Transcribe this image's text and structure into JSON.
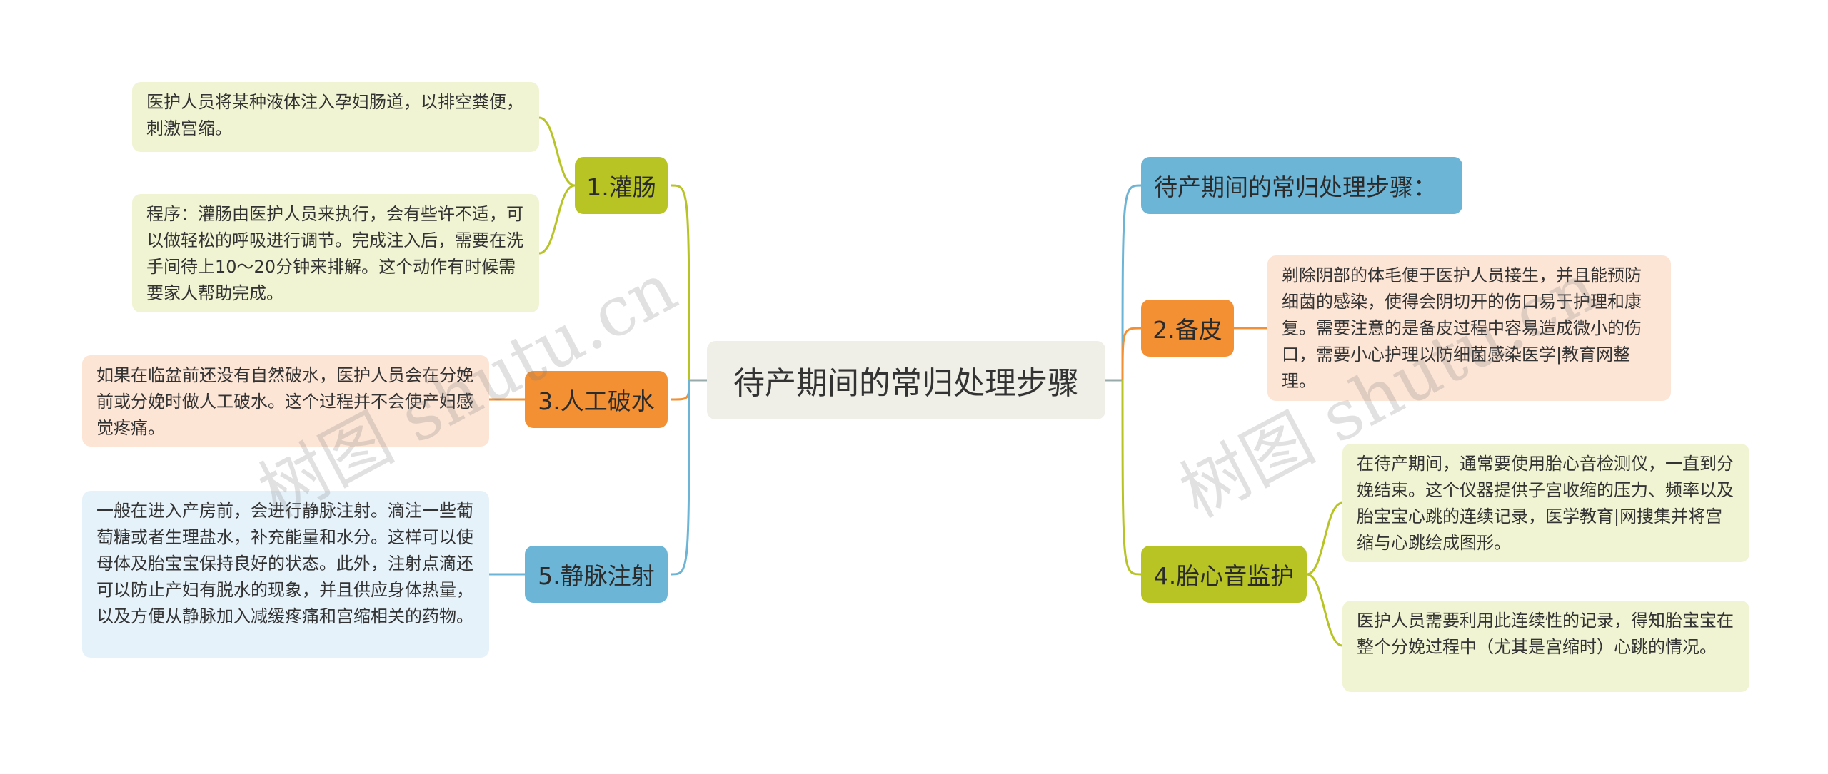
{
  "root": {
    "title": "待产期间的常归处理步骤"
  },
  "colors": {
    "olive": "#b7c424",
    "orange": "#f39033",
    "blue": "#6cb5d6",
    "root_bg": "#efefe8"
  },
  "left": {
    "b1": {
      "label": "1.灌肠",
      "leaves": [
        "医护人员将某种液体注入孕妇肠道，以排空粪便，刺激宫缩。",
        "程序：灌肠由医护人员来执行，会有些许不适，可以做轻松的呼吸进行调节。完成注入后，需要在洗手间待上10～20分钟来排解。这个动作有时候需要家人帮助完成。"
      ]
    },
    "b3": {
      "label": "3.人工破水",
      "leaves": [
        "如果在临盆前还没有自然破水，医护人员会在分娩前或分娩时做人工破水。这个过程并不会使产妇感觉疼痛。"
      ]
    },
    "b5": {
      "label": "5.静脉注射",
      "leaves": [
        "一般在进入产房前，会进行静脉注射。滴注一些葡萄糖或者生理盐水，补充能量和水分。这样可以使母体及胎宝宝保持良好的状态。此外，注射点滴还可以防止产妇有脱水的现象，并且供应身体热量，以及方便从静脉加入减缓疼痛和宫缩相关的药物。"
      ]
    }
  },
  "right": {
    "intro": {
      "label": "待产期间的常归处理步骤："
    },
    "b2": {
      "label": "2.备皮",
      "leaves": [
        "剃除阴部的体毛便于医护人员接生，并且能预防细菌的感染，使得会阴切开的伤口易于护理和康复。需要注意的是备皮过程中容易造成微小的伤口，需要小心护理以防细菌感染医学|教育网整理。"
      ]
    },
    "b4": {
      "label": "4.胎心音监护",
      "leaves": [
        "在待产期间，通常要使用胎心音检测仪，一直到分娩结束。这个仪器提供子宫收缩的压力、频率以及胎宝宝心跳的连续记录，医学教育|网搜集并将宫缩与心跳绘成图形。",
        "医护人员需要利用此连续性的记录，得知胎宝宝在整个分娩过程中（尤其是宫缩时）心跳的情况。"
      ]
    }
  },
  "watermarks": [
    "树图 shutu.cn",
    "树图 shutu.cn"
  ]
}
